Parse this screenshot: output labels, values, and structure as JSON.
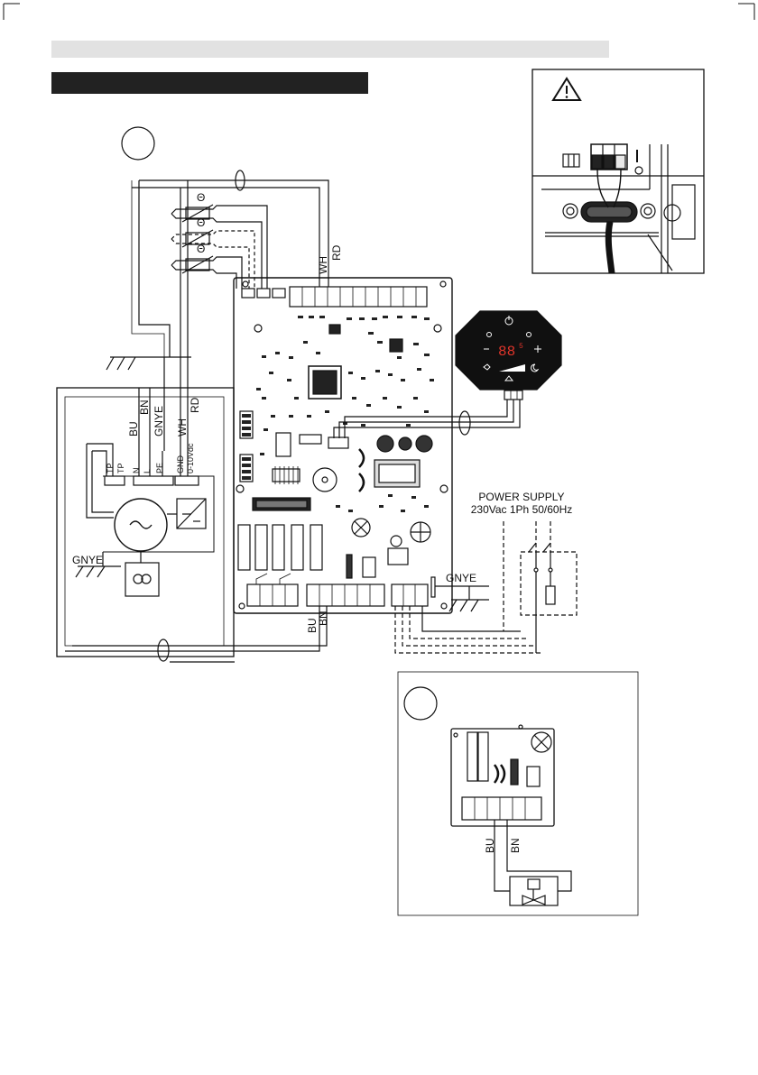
{
  "main_wiring": {
    "sensor_wires": {
      "wh": "WH",
      "rd": "RD"
    },
    "motor_wires": {
      "bu": "BU",
      "bn": "BN",
      "gnye": "GNYE",
      "wh": "WH",
      "rd": "RD"
    },
    "motor_terminals": {
      "tp1": "TP",
      "tp2": "TP",
      "n": "N",
      "l": "L",
      "pe": "PE",
      "gnd": "GND",
      "analog": "0-10Vdc"
    },
    "motor_ground": "GNYE",
    "output_wires": {
      "bu": "BU",
      "bn": "BN"
    },
    "supply_ground": "GNYE",
    "power_supply": {
      "title": "POWER SUPPLY",
      "spec": "230Vac 1Ph 50/60Hz"
    }
  },
  "controller_display": {
    "temperature": "88",
    "decimal": "5"
  },
  "valve_inset": {
    "wires": {
      "bu": "BU",
      "bn": "BN"
    }
  },
  "colors": {
    "ink": "#111111",
    "header_bar": "#222222",
    "section_bar": "#e2e2e2",
    "display_bg": "#101010",
    "display_digits": "#e0352b"
  }
}
